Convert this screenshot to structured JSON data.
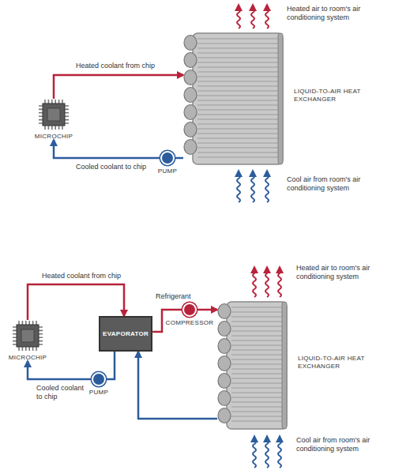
{
  "diagram": {
    "nodes": [
      {
        "text": [
          "MICROCHIP"
        ]
      },
      {
        "text": [
          "PUMP"
        ]
      },
      {
        "text": [
          "LIQUID-TO-AIR HEAT EXCHANGER"
        ]
      },
      {
        "text": [
          "MICROCHIP"
        ]
      },
      {
        "text": [
          "EVAPORATOR"
        ]
      },
      {
        "text": [
          "PUMP"
        ]
      },
      {
        "text": [
          "COMPRESSOR"
        ]
      },
      {
        "text": [
          "LIQUID-TO-AIR HEAT EXCHANGER"
        ]
      }
    ],
    "edges": [
      {
        "from": 0,
        "to": 2,
        "arrow": "to",
        "label": "Heated coolant from chip"
      },
      {
        "from": 2,
        "to": 1,
        "arrow": "none"
      },
      {
        "from": 1,
        "to": 0,
        "arrow": "to",
        "label": "Cooled coolant to chip"
      },
      {
        "from": 3,
        "to": 4,
        "arrow": "to",
        "label": "Heated coolant from chip"
      },
      {
        "from": 4,
        "to": 5,
        "arrow": "none"
      },
      {
        "from": 5,
        "to": 3,
        "arrow": "to",
        "label": "Cooled coolant to chip"
      },
      {
        "from": 4,
        "to": 6,
        "arrow": "none",
        "label": "Refrigerant"
      },
      {
        "from": 6,
        "to": 7,
        "arrow": "to"
      },
      {
        "from": 7,
        "to": 4,
        "arrow": "to"
      }
    ],
    "labels": [
      "Heated air to room's air conditioning system",
      "Cool air from room's air conditioning system",
      "Heated air to room's air conditioning system",
      "Cool air from room's air conditioning system"
    ]
  }
}
